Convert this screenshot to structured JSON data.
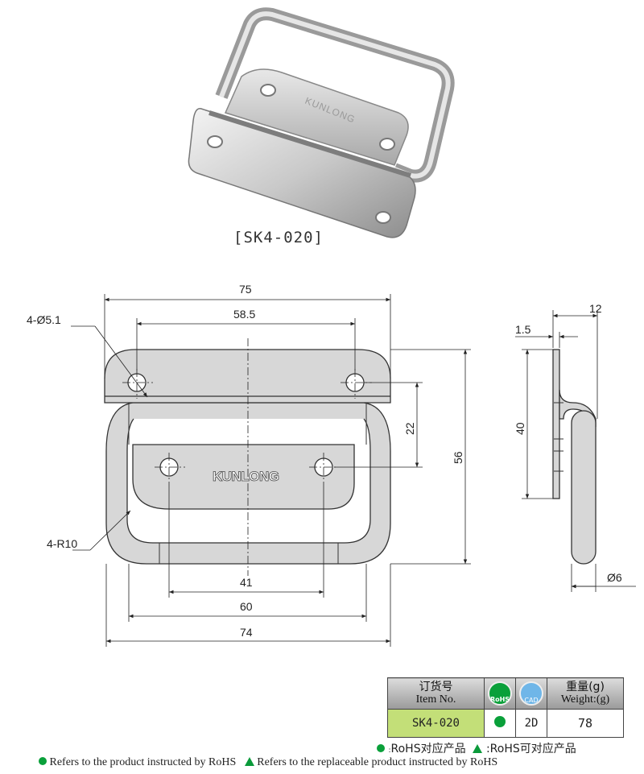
{
  "photo": {
    "caption": "[SK4-020]",
    "brand_engraving": "KUNLONG"
  },
  "drawing": {
    "front": {
      "brand": "KUNLONG",
      "dim_width_top": "75",
      "dim_hole_spacing": "58.5",
      "dim_hole_dia": "4-Ø5.1",
      "dim_radius": "4-R10",
      "dim_hole_offset": "22",
      "dim_height": "56",
      "dim_inner": "41",
      "dim_mid": "60",
      "dim_width_bottom": "74"
    },
    "side": {
      "dim_depth": "12",
      "dim_thickness": "1.5",
      "dim_height": "40",
      "dim_wire": "Ø6"
    }
  },
  "table": {
    "header_item_cn": "订货号",
    "header_item_en": "Item No.",
    "rohs_badge": "RoHS",
    "cad_badge": "CAD",
    "header_weight_cn": "重量(g)",
    "header_weight_en": "Weight:(g)",
    "item_no": "SK4-020",
    "cad_value": "2D",
    "weight": "78"
  },
  "legend": {
    "cn_rohs": "RoHS对应产品",
    "cn_replaceable": ":RoHS可对应产品",
    "en_rohs": "Refers to the product instructed by RoHS",
    "en_replaceable": "Refers to the replaceable product instructed by RoHS"
  },
  "colors": {
    "rohs_green": "#0aa03a",
    "table_green": "#c3df78"
  }
}
